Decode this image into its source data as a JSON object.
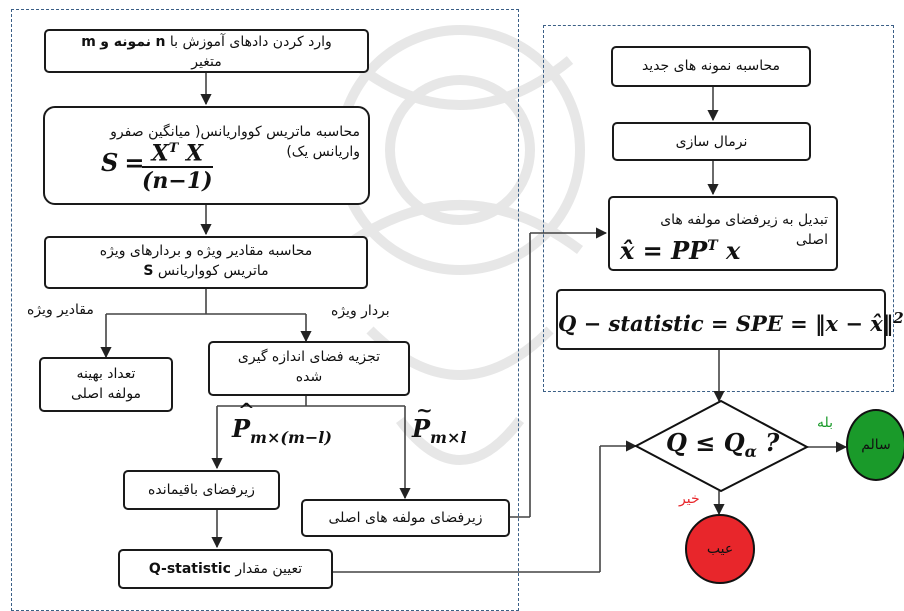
{
  "left": {
    "b1_line1": "وارد کردن دادهای آموزش با",
    "b1_n": "n",
    "b1_mid": "نمونه و",
    "b1_m": "m",
    "b1_line2": "متغیر",
    "b2_line1": "محاسبه ماتریس کوواریانس( میانگین صفرو",
    "b2_line2": "واریانس یک)",
    "b2_S": "S",
    "b2_eq": "=",
    "b2_num": "X",
    "b2_T": "T",
    "b2_num2": " X",
    "b2_den": "(n−1)",
    "b3_line1": "محاسبه مقادیر ویژه و بردارهای ویژه",
    "b3_line2": "ماتریس کوواریانس",
    "b3_S": "S",
    "label_eigvals": "مقادیر ویژه",
    "label_eigvecs": "بردار ویژه",
    "b4_line1": "تعداد بهینه",
    "b4_line2": "مولفه اصلی",
    "b5_line1": "تجزیه فضای اندازه گیری",
    "b5_line2": "شده",
    "p_hat": "P",
    "p_hat_accent": "^",
    "p_hat_sub": "m×(m−l)",
    "p_tilde": "P",
    "p_tilde_accent": "~",
    "p_tilde_sub": "m×l",
    "b6": "زیرفضای باقیمانده",
    "b7": "زیرفضای مولفه های اصلی",
    "b8_text": "تعیین مقدار",
    "b8_q": "Q-statistic"
  },
  "right": {
    "c1": "محاسبه نمونه های جدید",
    "c2": "نرمال سازی",
    "c3_line1": "تبدیل به زیرفضای مولفه های",
    "c3_line2": "اصلی",
    "c3_x": "x̂",
    "c3_eq": " = PP",
    "c3_T": "T",
    "c3_x2": " x",
    "c4_eq": "Q − statistic = SPE = ‖x − x̂‖",
    "c4_sup": "2",
    "decision": "Q ≤ Q",
    "decision_sub": "α",
    "decision_q": "  ?",
    "yes": "بله",
    "no": "خیر",
    "healthy": "سالم",
    "fault": "عیب"
  },
  "colors": {
    "healthy": "#1a9a2a",
    "fault": "#e8262b",
    "yes_label": "#1a9a2a",
    "no_label": "#e8262b",
    "dashed_border": "#3b5f86"
  }
}
